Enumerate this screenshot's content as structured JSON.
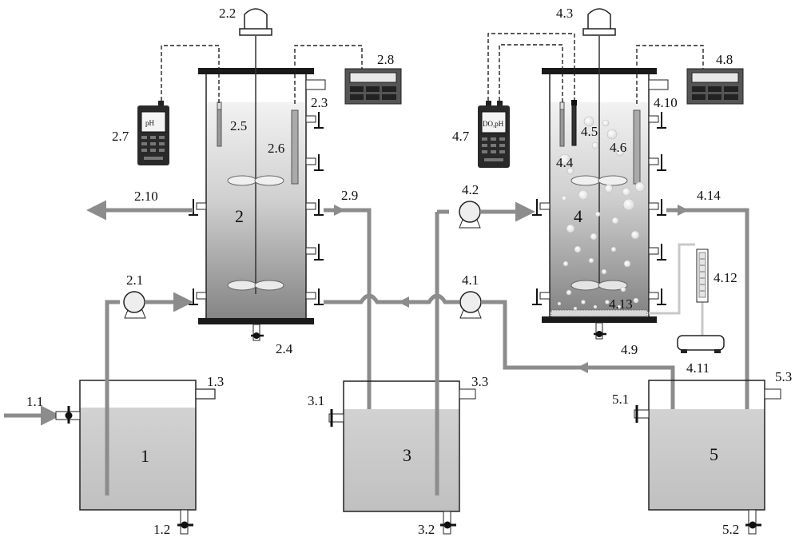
{
  "labels": {
    "tank1": "1",
    "reactor2": "2",
    "tank3": "3",
    "reactor4": "4",
    "tank5": "5",
    "l_1_1": "1.1",
    "l_1_2": "1.2",
    "l_1_3": "1.3",
    "l_2_1": "2.1",
    "l_2_2": "2.2",
    "l_2_3": "2.3",
    "l_2_4": "2.4",
    "l_2_5": "2.5",
    "l_2_6": "2.6",
    "l_2_7": "2.7",
    "l_2_8": "2.8",
    "l_2_9": "2.9",
    "l_2_10": "2.10",
    "l_3_1": "3.1",
    "l_3_2": "3.2",
    "l_3_3": "3.3",
    "l_4_1": "4.1",
    "l_4_2": "4.2",
    "l_4_3": "4.3",
    "l_4_4": "4.4",
    "l_4_5": "4.5",
    "l_4_6": "4.6",
    "l_4_7": "4.7",
    "l_4_8": "4.8",
    "l_4_9": "4.9",
    "l_4_10": "4.10",
    "l_4_11": "4.11",
    "l_4_12": "4.12",
    "l_4_13": "4.13",
    "l_4_14": "4.14",
    "l_5_1": "5.1",
    "l_5_2": "5.2",
    "l_5_3": "5.3"
  },
  "meters": {
    "ph_meter_screen": "pH",
    "do_ph_meter_screen": "DO,pH"
  },
  "colors": {
    "pipe": "#8c8c8c",
    "liquid_tank": "#c8c8c8",
    "reactor_top": "#eeeeee",
    "reactor_bottom": "#8a8a8a",
    "flange": "#1a1a1a"
  }
}
